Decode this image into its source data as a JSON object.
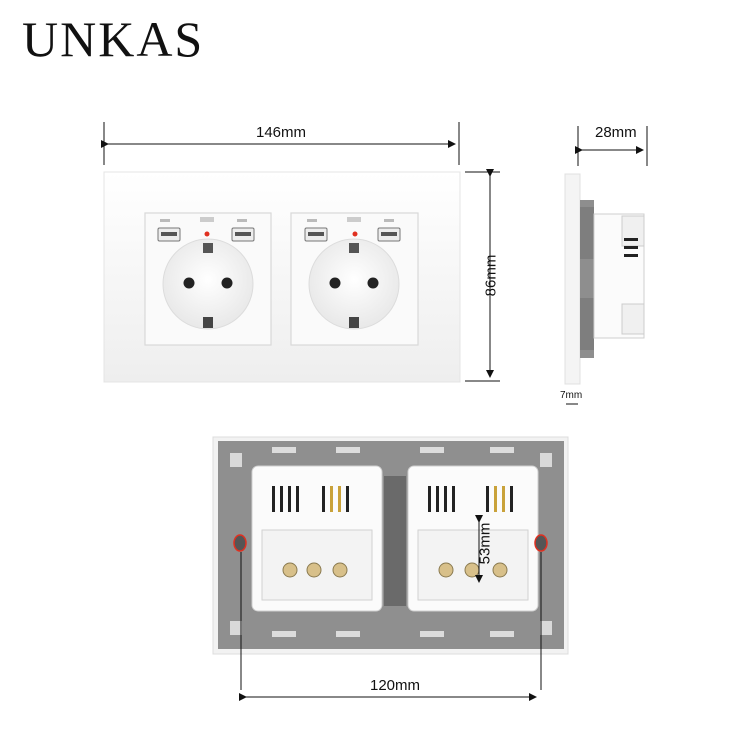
{
  "brand": {
    "logo_text": "UNKAS"
  },
  "dimensions": {
    "width_front": "146mm",
    "height_front": "86mm",
    "depth": "28mm",
    "frame_thickness": "7mm",
    "mount_distance": "120mm",
    "module_height": "53mm"
  },
  "colors": {
    "plate": "#f7f7f7",
    "frame_gray": "#8e8e8e",
    "module_white": "#fbfbfb",
    "indicator": "#e03020",
    "accent_gold": "#c9a23a"
  }
}
